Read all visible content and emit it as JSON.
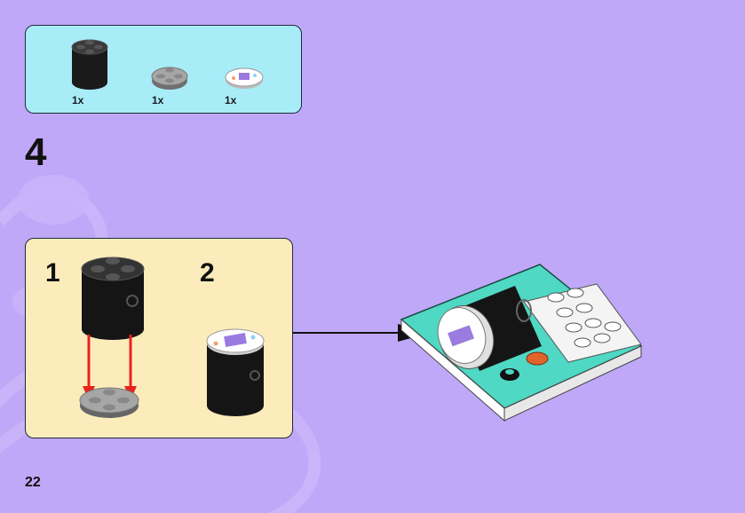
{
  "parts_list": {
    "items": [
      {
        "name": "round-brick-black",
        "qty": "1x"
      },
      {
        "name": "round-plate-gray",
        "qty": "1x"
      },
      {
        "name": "round-tile-printed",
        "qty": "1x"
      }
    ]
  },
  "step": {
    "number": "4"
  },
  "substeps": [
    {
      "number": "1"
    },
    {
      "number": "2"
    }
  ],
  "page": {
    "number": "22"
  },
  "colors": {
    "background": "#c0a8f8",
    "parts_box": "#a8ecf8",
    "substep_box": "#fcecbc",
    "arrow_red": "#e8231e",
    "turquoise": "#4fd8c4"
  }
}
